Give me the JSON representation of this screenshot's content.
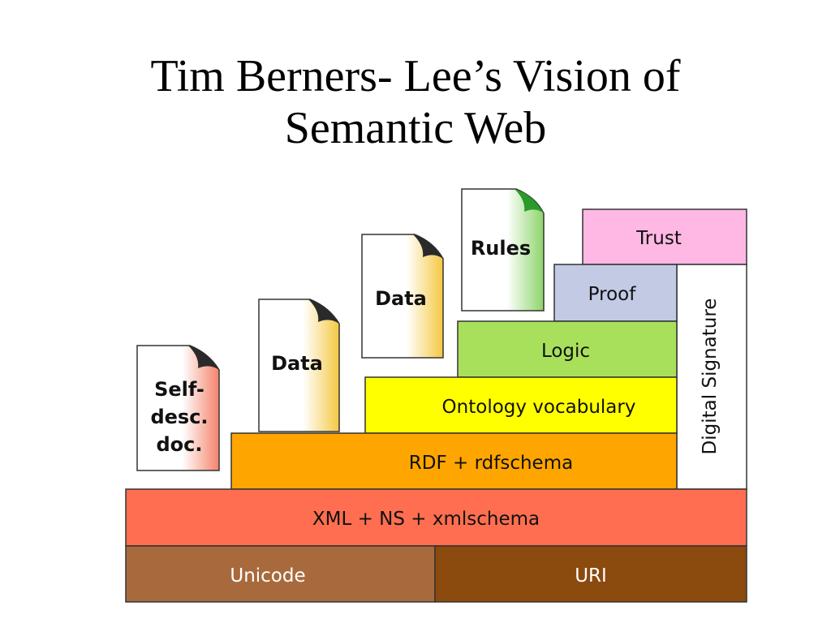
{
  "title": {
    "line1": "Tim Berners- Lee’s Vision of",
    "line2": "Semantic Web"
  },
  "layers": {
    "unicode": {
      "label": "Unicode",
      "color": "#A86A3C"
    },
    "uri": {
      "label": "URI",
      "color": "#8B4A0E"
    },
    "xml": {
      "label": "XML + NS + xmlschema",
      "color": "#FF6E50"
    },
    "rdf": {
      "label": "RDF + rdfschema",
      "color": "#FFA500"
    },
    "ontology": {
      "label": "Ontology vocabulary",
      "color": "#FFFF00"
    },
    "logic": {
      "label": "Logic",
      "color": "#A8E05C"
    },
    "proof": {
      "label": "Proof",
      "color": "#C2CAE4"
    },
    "trust": {
      "label": "Trust",
      "color": "#FFB8E4"
    },
    "digital_signature": {
      "label": "Digital Signature",
      "color": "#FFFFFF"
    }
  },
  "documents": {
    "self_desc": {
      "lines": [
        "Self-",
        "desc.",
        "doc."
      ],
      "accent": "#F4836A"
    },
    "data1": {
      "label": "Data",
      "accent": "#F5C842"
    },
    "data2": {
      "label": "Data",
      "accent": "#F5C842"
    },
    "rules": {
      "label": "Rules",
      "accent": "#8DD46A"
    }
  }
}
